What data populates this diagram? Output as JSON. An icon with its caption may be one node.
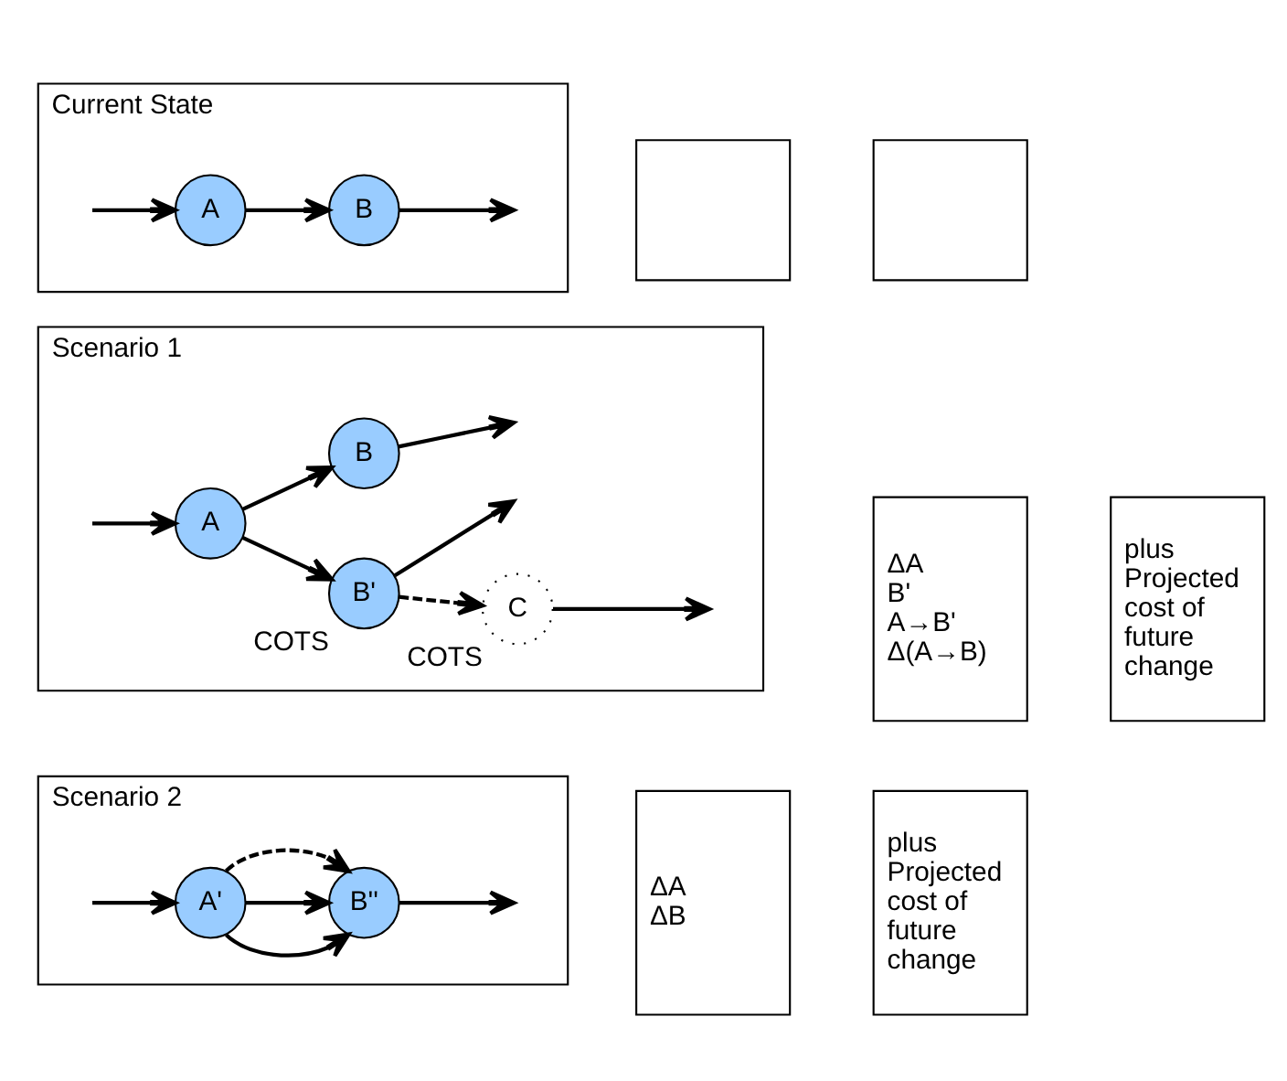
{
  "diagram": {
    "nodes": [
      {
        "text": [
          "Current State"
        ]
      },
      {
        "text": [
          "A"
        ],
        "in": 0
      },
      {
        "text": [
          "B"
        ],
        "in": 0
      },
      {
        "text": [],
        "shape": "box"
      },
      {
        "text": [],
        "shape": "box"
      },
      {
        "text": [
          "Scenario 1"
        ]
      },
      {
        "text": [
          "A"
        ],
        "in": 5
      },
      {
        "text": [
          "B"
        ],
        "in": 5
      },
      {
        "text": [
          "B'"
        ],
        "in": 5,
        "beside": [
          "COTS"
        ]
      },
      {
        "text": [
          "C"
        ],
        "in": 5,
        "beside": [
          "COTS"
        ]
      },
      {
        "text": [
          "ΔA",
          "B'",
          "A→B'",
          "Δ(A→B)"
        ]
      },
      {
        "text": [
          "plus Projected cost of future change"
        ]
      },
      {
        "text": [
          "Scenario 2"
        ]
      },
      {
        "text": [
          "A'"
        ],
        "in": 12
      },
      {
        "text": [
          "B''"
        ],
        "in": 12
      },
      {
        "text": [
          "ΔA",
          "ΔB"
        ]
      },
      {
        "text": [
          "plus Projected cost of future change"
        ]
      }
    ],
    "edges": [
      {
        "from": null,
        "to": 1,
        "arrow": "to"
      },
      {
        "from": 1,
        "to": 2,
        "arrow": "to"
      },
      {
        "from": 2,
        "to": null,
        "arrow": "to"
      },
      {
        "from": null,
        "to": 6,
        "arrow": "to"
      },
      {
        "from": 6,
        "to": 7,
        "arrow": "to"
      },
      {
        "from": 7,
        "to": null,
        "arrow": "to"
      },
      {
        "from": 6,
        "to": 8,
        "arrow": "to"
      },
      {
        "from": 8,
        "to": null,
        "arrow": "to"
      },
      {
        "from": 8,
        "to": 9,
        "arrow": "to",
        "style": "dashed"
      },
      {
        "from": 9,
        "to": null,
        "arrow": "to"
      },
      {
        "from": null,
        "to": 13,
        "arrow": "to"
      },
      {
        "from": 13,
        "to": 14,
        "arrow": "to"
      },
      {
        "from": 13,
        "to": 14,
        "arrow": "to"
      },
      {
        "from": 13,
        "to": 14,
        "arrow": "to",
        "style": "dashed"
      },
      {
        "from": 14,
        "to": null,
        "arrow": "to"
      }
    ]
  }
}
